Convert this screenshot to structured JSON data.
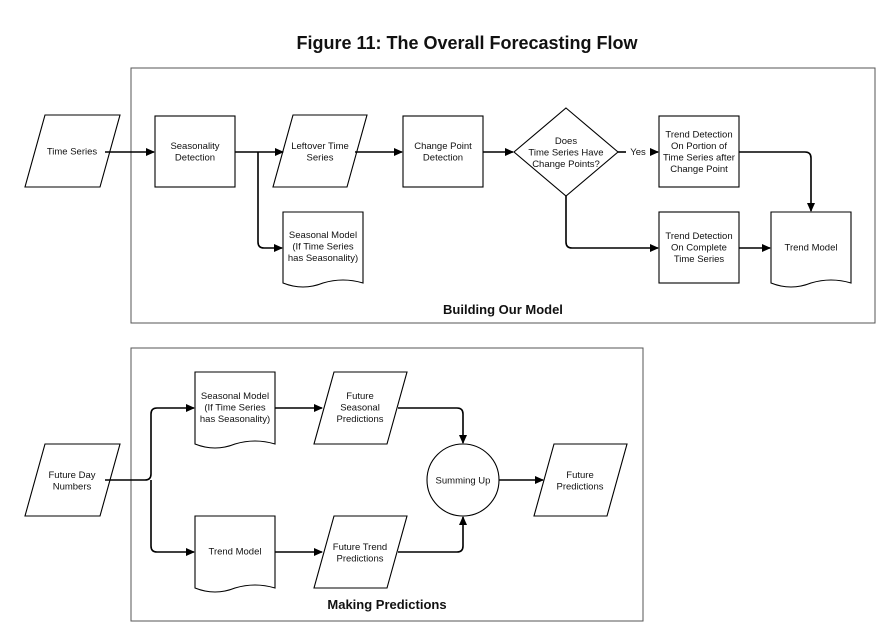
{
  "title": "Figure 11: The Overall Forecasting Flow",
  "groups": {
    "building": "Building Our Model",
    "predicting": "Making Predictions"
  },
  "nodes": {
    "time_series": [
      "Time Series"
    ],
    "seasonality_detection": [
      "Seasonality",
      "Detection"
    ],
    "leftover_time_series": [
      "Leftover Time",
      "Series"
    ],
    "change_point_detection": [
      "Change Point",
      "Detection"
    ],
    "change_points_question": [
      "Does",
      "Time Series Have",
      "Change Points?"
    ],
    "trend_detection_portion": [
      "Trend Detection",
      "On Portion of",
      "Time Series after",
      "Change Point"
    ],
    "seasonal_model_top": [
      "Seasonal Model",
      "(If Time Series",
      "has Seasonality)"
    ],
    "trend_detection_complete": [
      "Trend Detection",
      "On Complete",
      "Time Series"
    ],
    "trend_model_top": [
      "Trend Model"
    ],
    "future_day_numbers": [
      "Future Day",
      "Numbers"
    ],
    "seasonal_model_bottom": [
      "Seasonal Model",
      "(If Time Series",
      "has Seasonality)"
    ],
    "future_seasonal_predictions": [
      "Future",
      "Seasonal",
      "Predictions"
    ],
    "summing_up": [
      "Summing Up"
    ],
    "future_predictions": [
      "Future",
      "Predictions"
    ],
    "trend_model_bottom": [
      "Trend Model"
    ],
    "future_trend_predictions": [
      "Future Trend",
      "Predictions"
    ]
  },
  "edge_labels": {
    "yes": "Yes"
  }
}
